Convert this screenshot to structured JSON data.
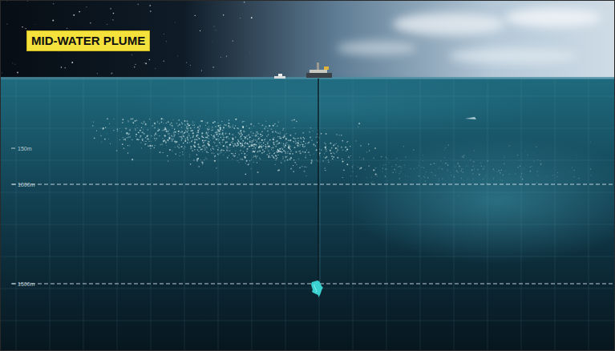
{
  "diagram": {
    "title": "MID-WATER PLUME",
    "labels": [
      "150m",
      "1000m",
      "1500m"
    ]
  }
}
